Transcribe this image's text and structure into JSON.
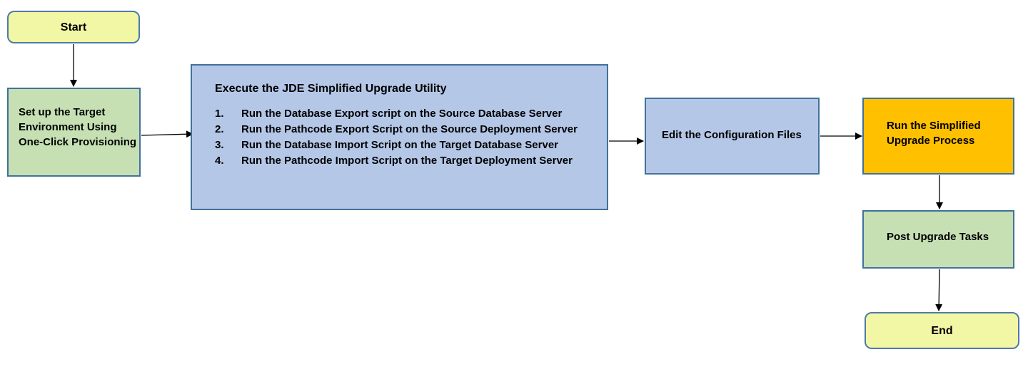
{
  "nodes": {
    "start": {
      "label": "Start"
    },
    "setup": {
      "lines": [
        "Set up the Target",
        "Environment Using",
        "One-Click Provisioning"
      ]
    },
    "upgrade_utility": {
      "title": "Execute the JDE Simplified Upgrade Utility",
      "steps": [
        {
          "num": "1.",
          "text": "Run the Database Export script on the Source Database Server"
        },
        {
          "num": "2.",
          "text": "Run the Pathcode Export Script on the Source Deployment Server"
        },
        {
          "num": "3.",
          "text": "Run the Database Import Script on the Target Database Server"
        },
        {
          "num": "4.",
          "text": "Run the Pathcode Import Script on the Target Deployment Server"
        }
      ]
    },
    "config": {
      "label": "Edit the Configuration Files"
    },
    "run_process": {
      "lines": [
        "Run the Simplified",
        "Upgrade Process"
      ]
    },
    "post_tasks": {
      "label": "Post Upgrade Tasks"
    },
    "end": {
      "label": "End"
    }
  },
  "colors": {
    "terminal_fill": "#f2f7a6",
    "green_fill": "#c6e0b4",
    "blue_fill": "#b4c7e7",
    "orange_fill": "#ffc000",
    "border": "#41719c",
    "arrow": "#000000"
  }
}
